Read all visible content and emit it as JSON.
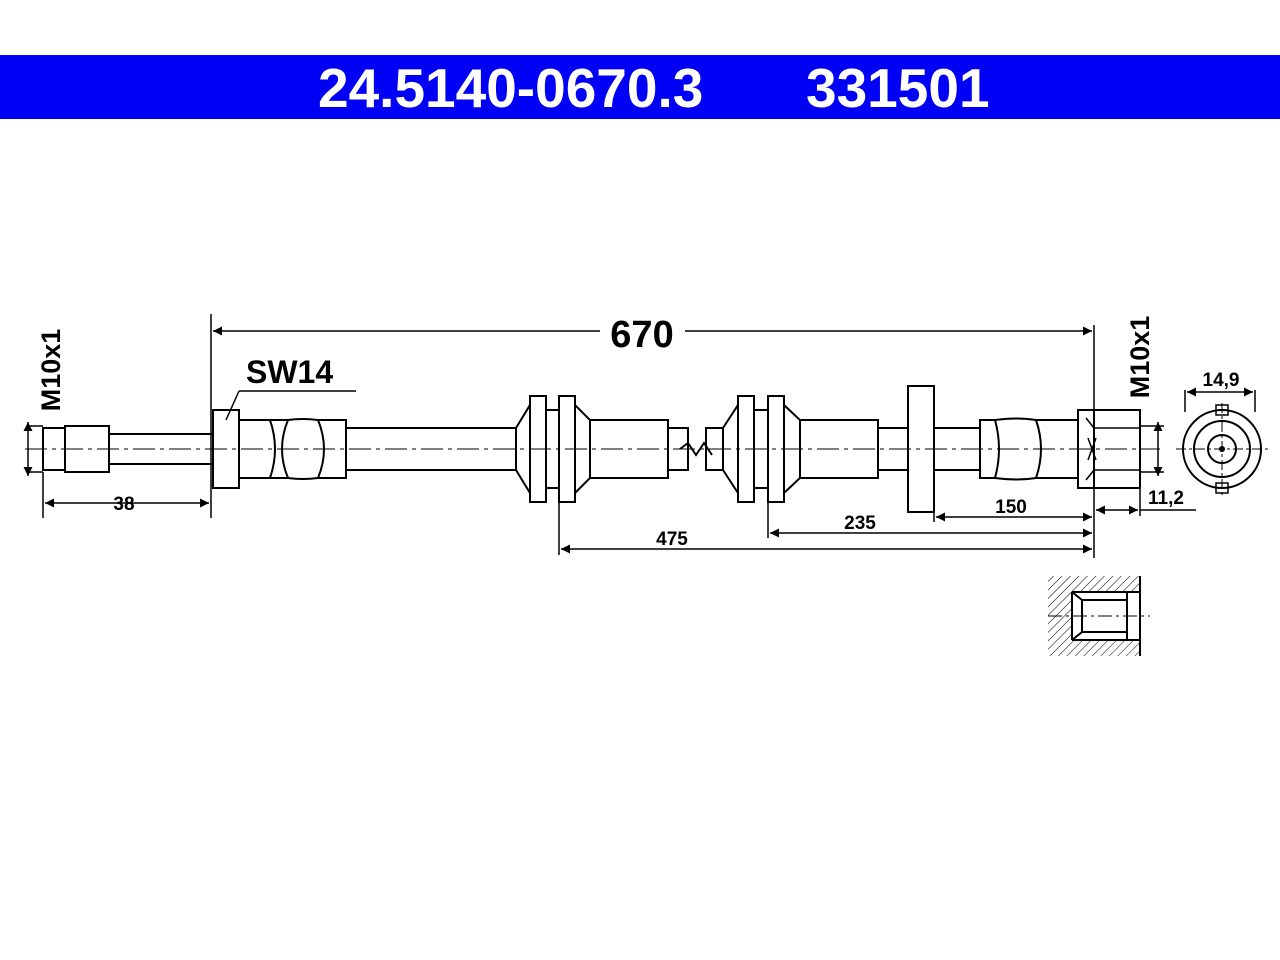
{
  "header": {
    "part_number": "24.5140-0670.3",
    "ref_number": "331501",
    "background_color": "#0000f5"
  },
  "drawing": {
    "thread_left": "M10x1",
    "thread_right": "M10x1",
    "wrench_size": "SW14",
    "total_length": "670",
    "dim_38": "38",
    "dim_475": "475",
    "dim_235": "235",
    "dim_150": "150",
    "dim_11_2": "11,2",
    "dim_14_9": "14,9"
  }
}
